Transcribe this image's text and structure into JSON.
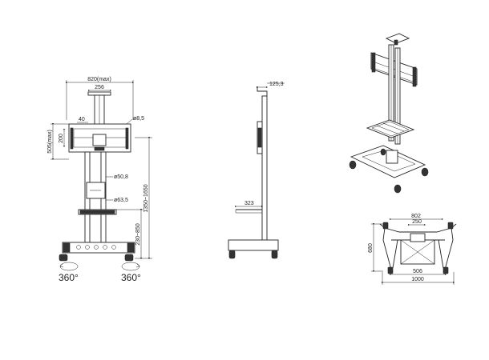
{
  "front_view": {
    "width_max": "820(max)",
    "top_spacing": "256",
    "mount_hole": "40",
    "hole_diameter": "ø8,5",
    "height_max": "505(max)",
    "inner_height": "200",
    "upper_tube": "ø50,8",
    "lower_tube": "ø63,5",
    "total_height": "1350~1650",
    "shelf_height": "230~850",
    "rotation_left": "360°",
    "rotation_right": "360°"
  },
  "side_view": {
    "top_offset": "125,3",
    "shelf_depth": "323"
  },
  "base_view": {
    "inner_width": "802",
    "slot_width": "250",
    "depth": "680",
    "wheel_spacing": "506",
    "outer_width": "1000"
  }
}
